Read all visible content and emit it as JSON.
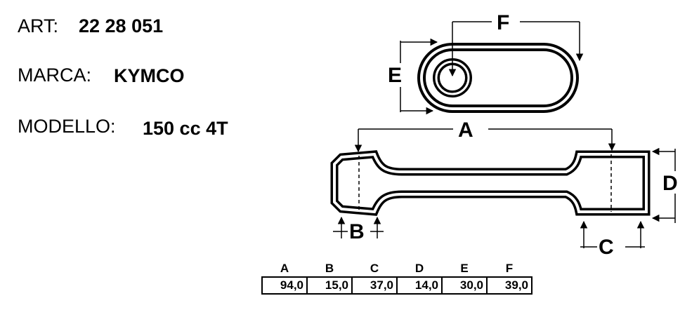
{
  "info": {
    "art_label": "ART:",
    "art_value": "22 28 051",
    "marca_label": "MARCA:",
    "marca_value": "KYMCO",
    "modello_label": "MODELLO:",
    "modello_value": "150 cc 4T"
  },
  "drawing": {
    "letters": {
      "a": "A",
      "b": "B",
      "c": "C",
      "d": "D",
      "e": "E",
      "f": "F"
    }
  },
  "table": {
    "headers": [
      "A",
      "B",
      "C",
      "D",
      "E",
      "F"
    ],
    "values": [
      "94,0",
      "15,0",
      "37,0",
      "14,0",
      "30,0",
      "39,0"
    ]
  },
  "colors": {
    "ink": "#000000",
    "background": "#ffffff"
  }
}
